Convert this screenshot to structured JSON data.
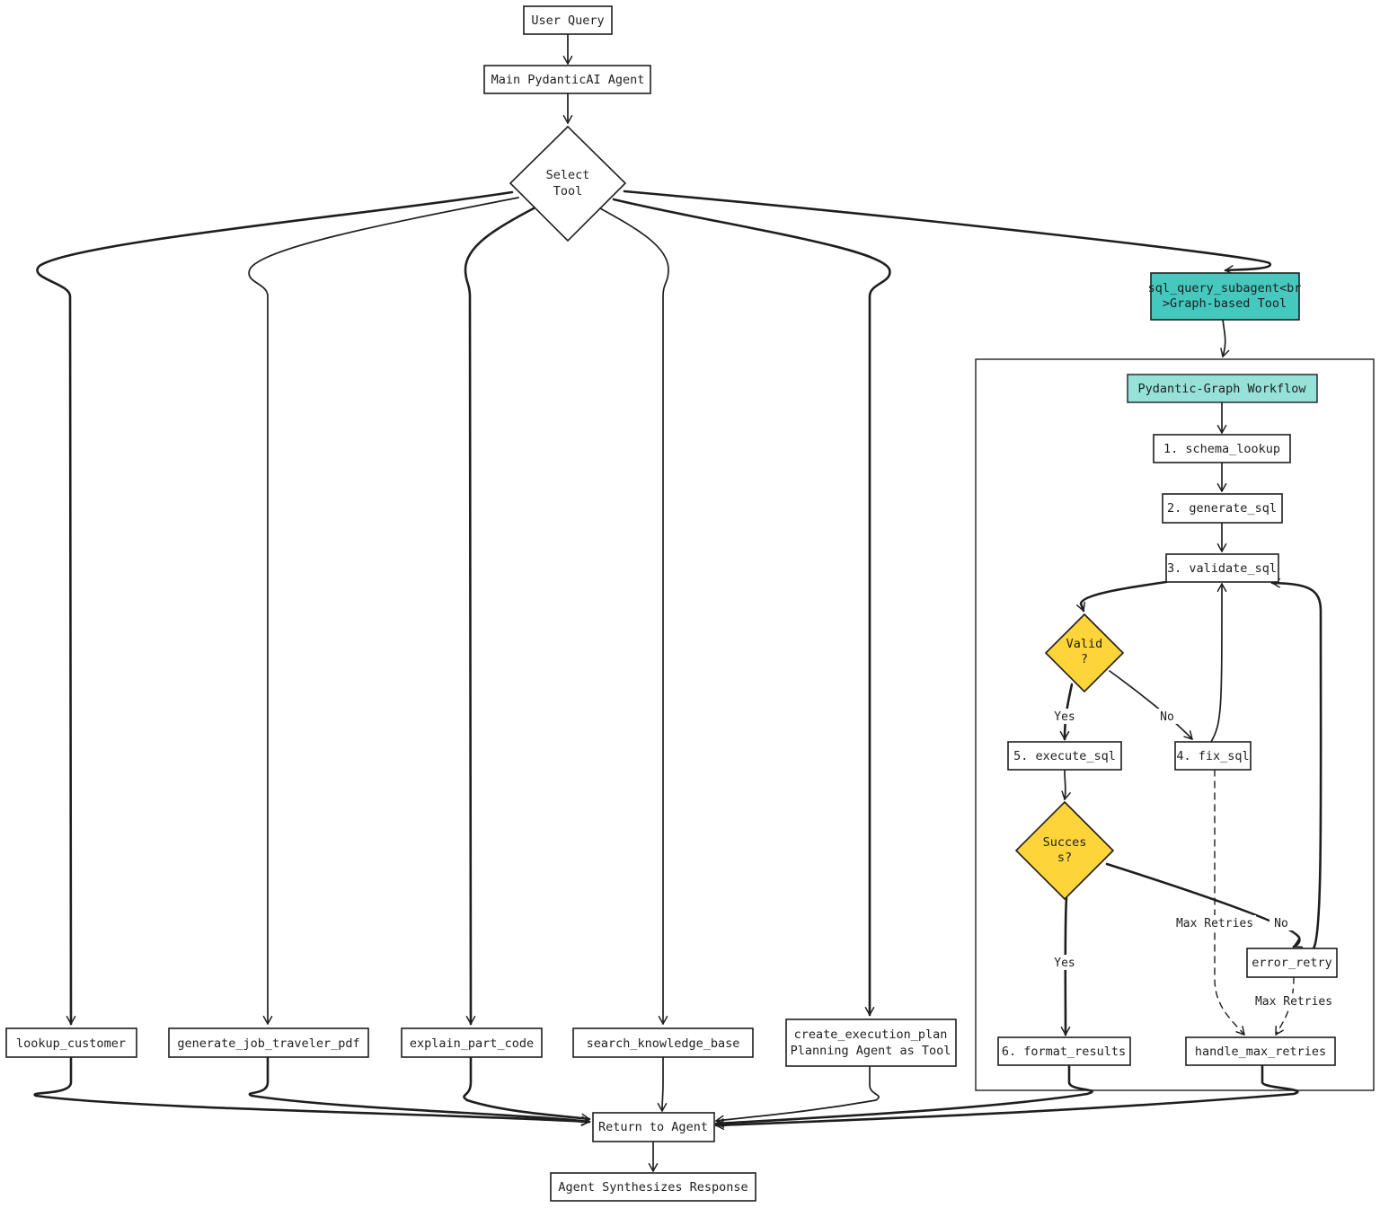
{
  "colors": {
    "stroke": "#1e1e1e",
    "sql_tool_fill": "#45c9be",
    "workflow_label_fill": "#96e2d8",
    "decision_fill": "#fdd43a",
    "background": "#ffffff"
  },
  "nodes": {
    "user_query": "User Query",
    "main_agent": "Main PydanticAI Agent",
    "select_tool": [
      "Select",
      "Tool"
    ],
    "lookup_customer": "lookup_customer",
    "generate_job_traveler_pdf": "generate_job_traveler_pdf",
    "explain_part_code": "explain_part_code",
    "search_knowledge_base": "search_knowledge_base",
    "create_execution_plan": [
      "create_execution_plan",
      "Planning Agent as Tool"
    ],
    "sql_query_subagent": [
      "sql_query_subagent<br",
      ">Graph-based Tool"
    ],
    "workflow_title": "Pydantic-Graph Workflow",
    "schema_lookup": "1. schema_lookup",
    "generate_sql": "2. generate_sql",
    "validate_sql": "3. validate_sql",
    "valid_decision": [
      "Valid",
      "?"
    ],
    "execute_sql": "5. execute_sql",
    "fix_sql": "4. fix_sql",
    "success_decision": [
      "Succes",
      "s?"
    ],
    "error_retry": "error_retry",
    "format_results": "6. format_results",
    "handle_max_retries": "handle_max_retries",
    "return_to_agent": "Return to Agent",
    "agent_synthesizes": "Agent Synthesizes Response"
  },
  "edge_labels": {
    "valid_yes": "Yes",
    "valid_no": "No",
    "success_yes": "Yes",
    "success_no": "No",
    "fix_max_retries": "Max Retries",
    "error_max_retries": "Max Retries"
  }
}
